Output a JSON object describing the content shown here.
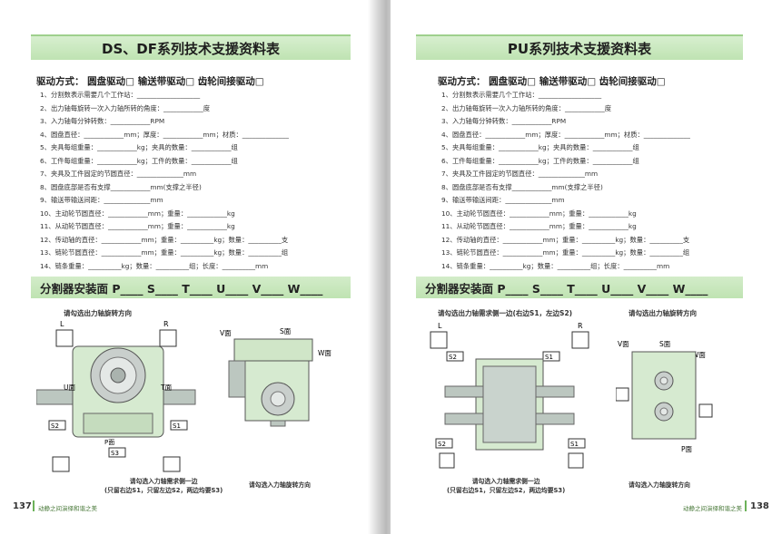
{
  "left": {
    "title": "DS、DF系列技术支援资料表",
    "drive": "驱动方式：  圆盘驱动□    输送带驱动□    齿轮间接驱动□",
    "items": [
      "1、分割数表示需要几个工作站：___________________",
      "2、出力轴每旋转一次入力轴所转的角度：____________度",
      "3、入力轴每分钟转数：____________RPM",
      "4、圆盘直径：____________mm；厚度：____________mm；材质：______________",
      "5、夹具每组重量：____________kg；夹具的数量：____________组",
      "6、工件每组重量：____________kg；工件的数量：____________组",
      "7、夹具及工件固定的节圆直径：______________mm",
      "8、圆盘底部是否有支撑____________mm(支撑之半径)",
      "9、输送带输送间距：______________mm",
      "10、主动轮节圆直径：____________mm；重量：____________kg",
      "11、从动轮节圆直径：____________mm；重量：____________kg",
      "12、传动轴的直径：____________mm；重量：__________kg；数量：__________支",
      "13、链轮节圆直径：____________mm；重量：__________kg；数量：__________组",
      "14、链条重量：__________kg；数量：__________组；长度：__________mm"
    ],
    "section": "分割器安装面 P____ S____ T____ U____ V____ W____",
    "caption": "请勾选出力轴旋转方向",
    "note1": "请勾选入力轴需求侧一边",
    "note2": "(只留右边S1，只留左边S2，两边均要S3)",
    "note3": "请勾选入力轴旋转方向",
    "labels": {
      "L": "L",
      "R": "R",
      "U": "U面",
      "T": "T面",
      "S2": "S2",
      "S1": "S1",
      "P": "P面",
      "S3": "S3",
      "V": "V面",
      "S": "S面",
      "W": "W面"
    },
    "page_number": "137",
    "page_text": "动静之间演绎和谐之美"
  },
  "right": {
    "title": "PU系列技术支援资料表",
    "drive": "驱动方式：  圆盘驱动□    输送带驱动□    齿轮间接驱动□",
    "items": [
      "1、分割数表示需要几个工作站：___________________",
      "2、出力轴每旋转一次入力轴所转的角度：____________度",
      "3、入力轴每分钟转数：____________RPM",
      "4、圆盘直径：____________mm；厚度：____________mm；材质：______________",
      "5、夹具每组重量：____________kg；夹具的数量：____________组",
      "6、工件每组重量：____________kg；工件的数量：____________组",
      "7、夹具及工件固定的节圆直径：______________mm",
      "8、圆盘底部是否有支撑____________mm(支撑之半径)",
      "9、输送带输送间距：______________mm",
      "10、主动轮节圆直径：____________mm；重量：____________kg",
      "11、从动轮节圆直径：____________mm；重量：____________kg",
      "12、传动轴的直径：____________mm；重量：__________kg；数量：__________支",
      "13、链轮节圆直径：____________mm；重量：__________kg；数量：__________组",
      "14、链条重量：__________kg；数量：__________组；长度：__________mm"
    ],
    "section": "分割器安装面 P____ S____ T____ U____ V____ W____",
    "caption": "请勾选出力轴需求侧一边(右边S1，左边S2)",
    "caption2": "请勾选出力轴旋转方向",
    "note1": "请勾选入力轴需求侧一边",
    "note2": "(只留右边S1，只留左边S2，两边均要S3)",
    "note3": "请勾选入力轴旋转方向",
    "labels": {
      "L": "L",
      "R": "R",
      "S2": "S2",
      "S1": "S1",
      "V": "V面",
      "S": "S面",
      "W": "W面",
      "P": "P面"
    },
    "page_number": "138",
    "page_text": "动静之间演绎和谐之美"
  }
}
